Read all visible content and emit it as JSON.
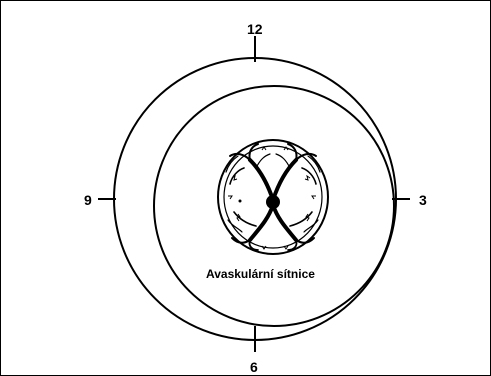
{
  "clock": {
    "twelve": "12",
    "three": "3",
    "six": "6",
    "nine": "9"
  },
  "caption": "Avaskulární sítnice",
  "colors": {
    "ink": "#000000",
    "paper": "#ffffff"
  }
}
